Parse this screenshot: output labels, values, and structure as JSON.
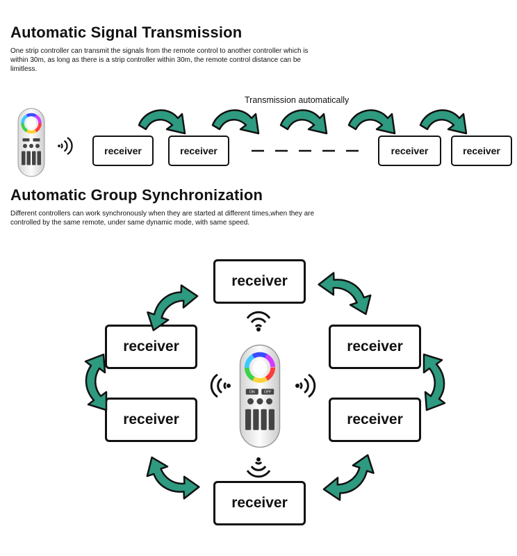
{
  "section1": {
    "title": "Automatic Signal Transmission",
    "description": "One strip controller can transmit the signals from the remote control to another controller which is within 30m, as long as there is a strip controller within 30m, the remote control distance can be limitless.",
    "transmission_label": "Transmission automatically",
    "receivers": [
      "receiver",
      "receiver",
      "receiver",
      "receiver"
    ]
  },
  "section2": {
    "title": "Automatic Group Synchronization",
    "description": "Different controllers can work synchronously when they are started at different times,when they are controlled by the same remote, under same dynamic mode, with same speed.",
    "receivers": [
      "receiver",
      "receiver",
      "receiver",
      "receiver",
      "receiver",
      "receiver"
    ]
  },
  "remote": {
    "on_label": "ON",
    "off_label": "OFF"
  },
  "colors": {
    "arrow_fill": "#2e9a80",
    "outline": "#111111"
  },
  "icons": [
    "remote-control-icon",
    "wireless-signal-icon",
    "curved-arrow-icon"
  ]
}
